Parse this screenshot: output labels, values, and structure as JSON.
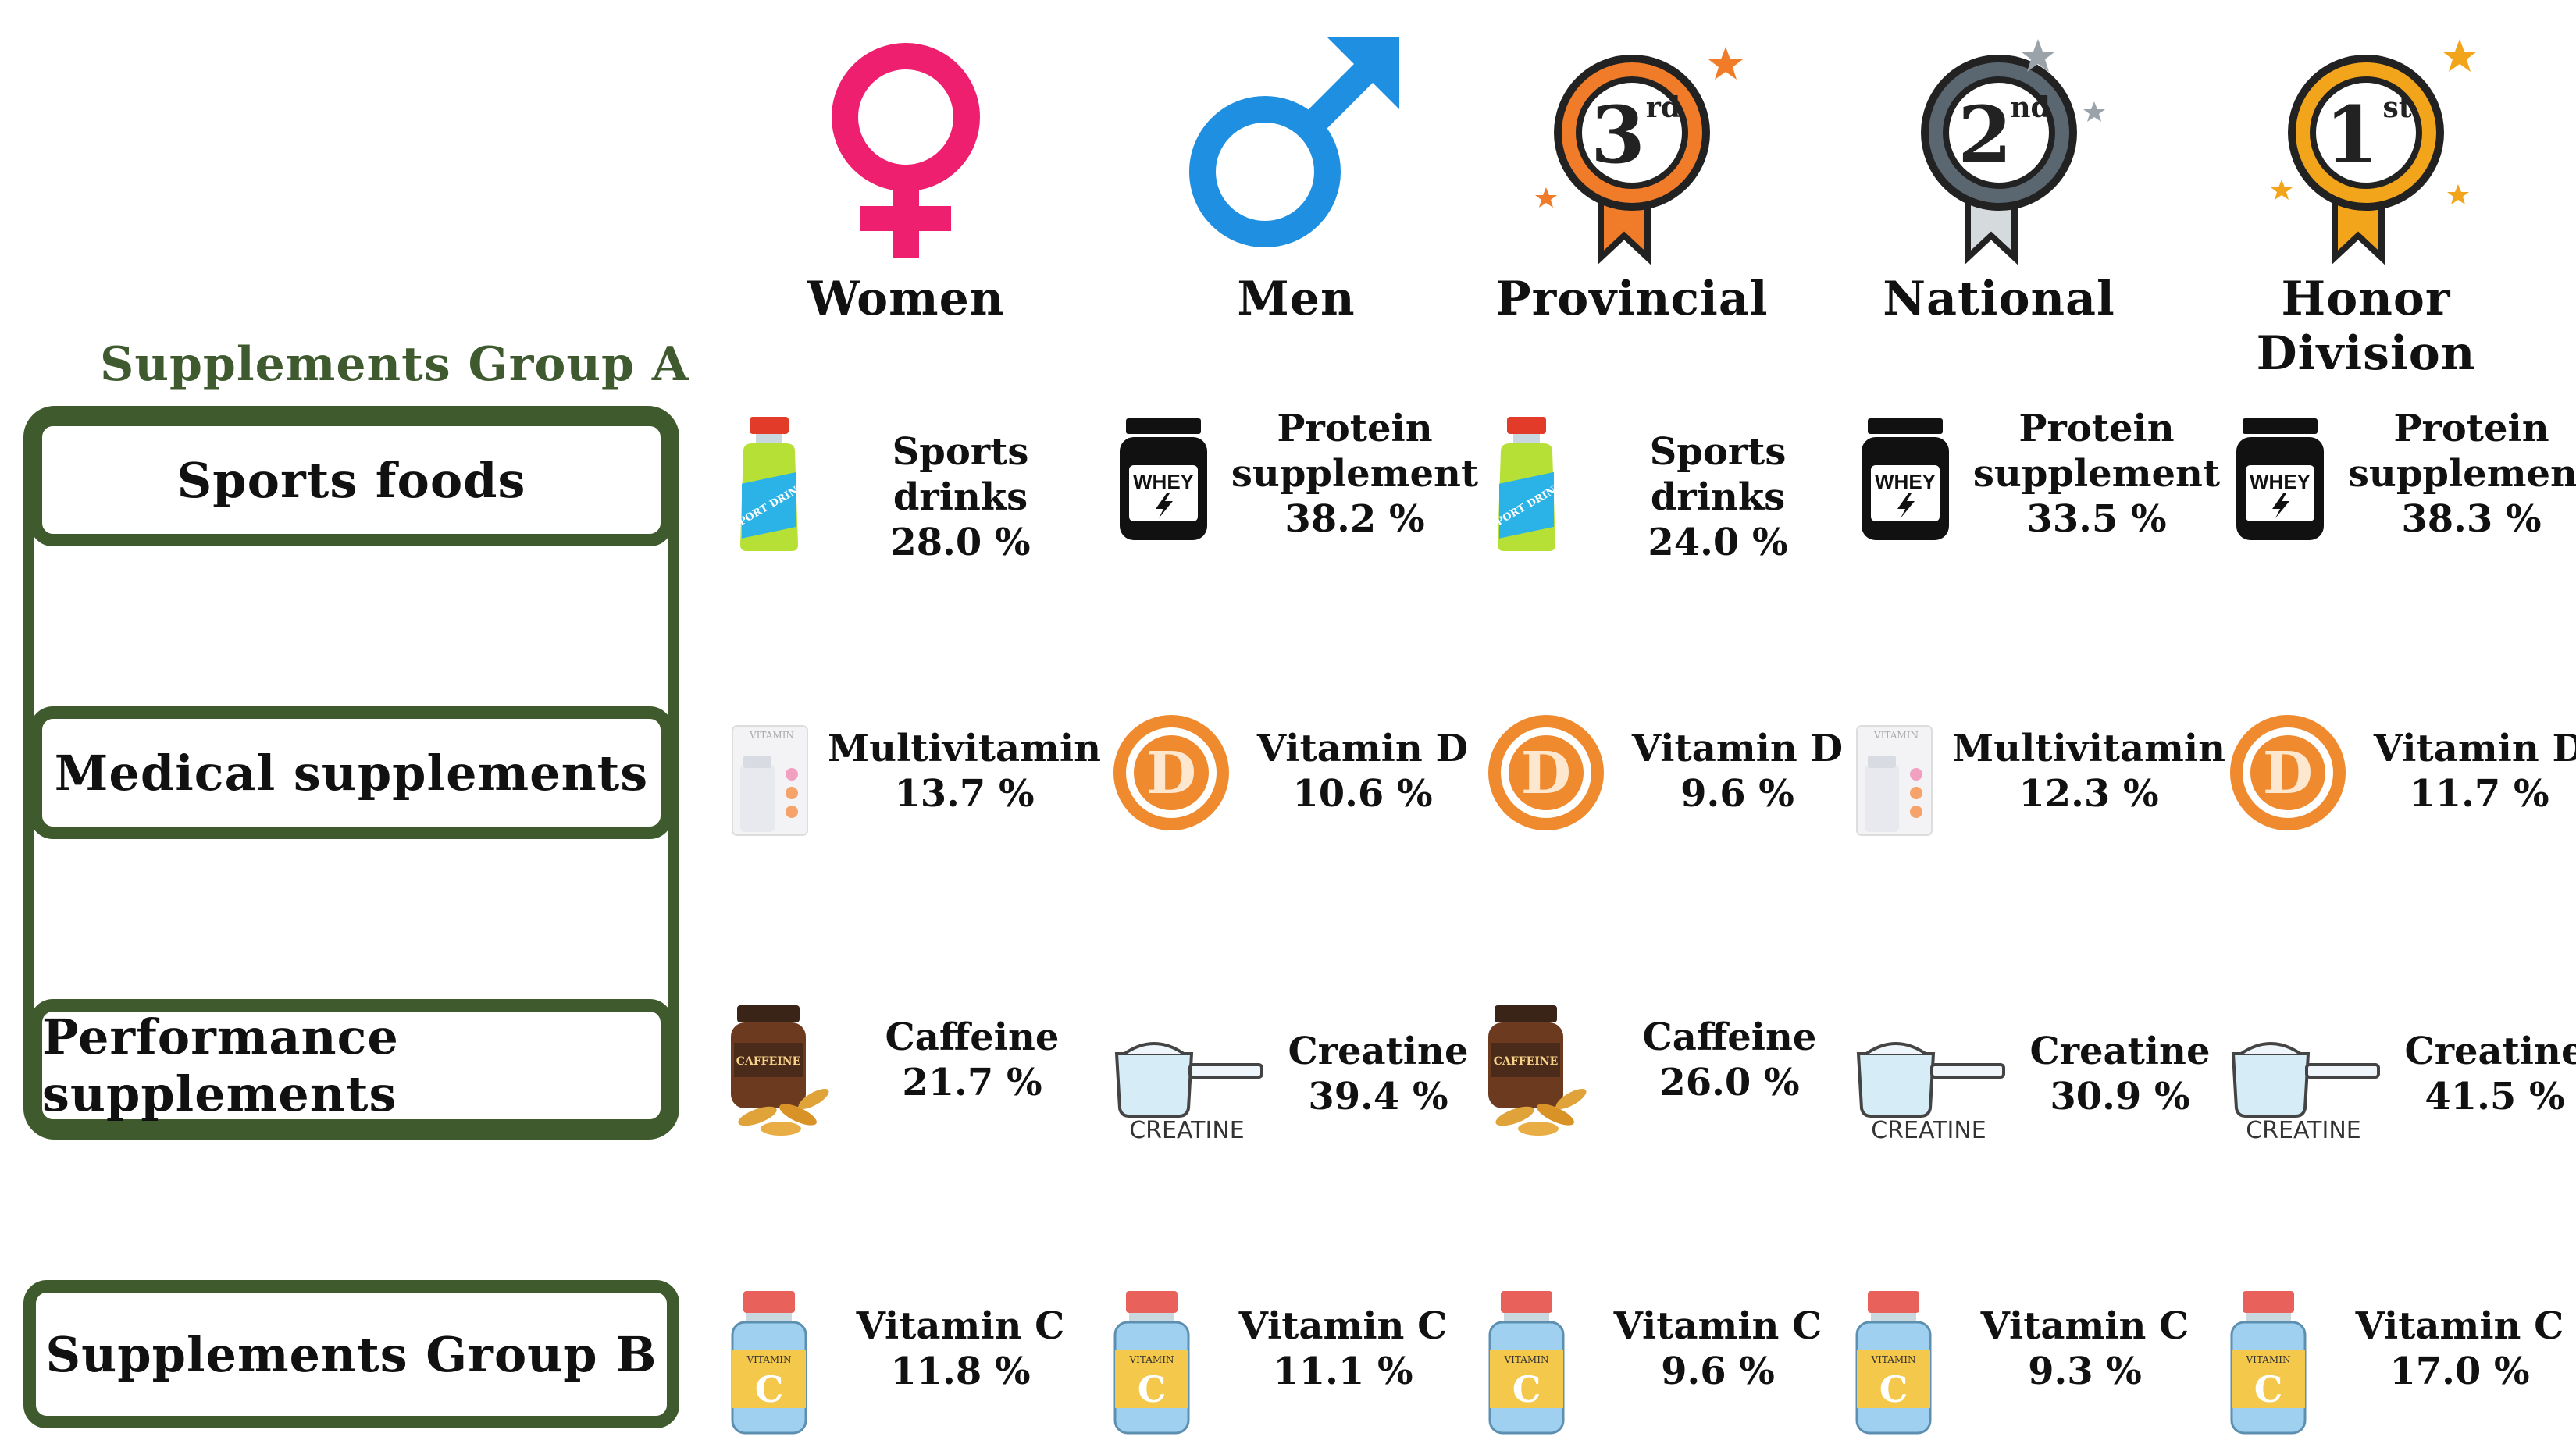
{
  "columns": [
    {
      "label": "Women",
      "icon": "female-symbol-icon"
    },
    {
      "label": "Men",
      "icon": "male-symbol-icon"
    },
    {
      "label": "Provincial",
      "icon": "third-place-medal-icon"
    },
    {
      "label": "National",
      "icon": "second-place-medal-icon"
    },
    {
      "label": "Honor Division",
      "icon": "first-place-medal-icon"
    }
  ],
  "medal_text": {
    "third": "3",
    "third_sup": "rd",
    "second": "2",
    "second_sup": "nd",
    "first": "1",
    "first_sup": "st"
  },
  "group_a": {
    "title": "Supplements Group A",
    "categories": [
      "Sports foods",
      "Medical supplements",
      "Performance supplements"
    ]
  },
  "group_b": {
    "title": "Supplements Group B"
  },
  "icon_texts": {
    "whey": "WHEY",
    "vitamin_d": "D",
    "creatine": "CREATINE",
    "vitamin_c": "C",
    "caffeine": "CAFFEINE",
    "sport_drink": "SPORT DRINK"
  },
  "rows": [
    {
      "category": "Sports foods",
      "cells": [
        {
          "icon": "sports-drink-icon",
          "name": "Sports drinks",
          "value": "28.0 %"
        },
        {
          "icon": "whey-protein-icon",
          "name": "Protein supplement",
          "value": "38.2 %"
        },
        {
          "icon": "sports-drink-icon",
          "name": "Sports drinks",
          "value": "24.0 %"
        },
        {
          "icon": "whey-protein-icon",
          "name": "Protein supplement",
          "value": "33.5 %"
        },
        {
          "icon": "whey-protein-icon",
          "name": "Protein supplement",
          "value": "38.3 %"
        }
      ]
    },
    {
      "category": "Medical supplements",
      "cells": [
        {
          "icon": "multivitamin-bottle-icon",
          "name": "Multivitamin",
          "value": "13.7 %"
        },
        {
          "icon": "vitamin-d-icon",
          "name": "Vitamin D",
          "value": "10.6 %"
        },
        {
          "icon": "vitamin-d-icon",
          "name": "Vitamin D",
          "value": "9.6 %"
        },
        {
          "icon": "multivitamin-bottle-icon",
          "name": "Multivitamin",
          "value": "12.3 %"
        },
        {
          "icon": "vitamin-d-icon",
          "name": "Vitamin D",
          "value": "11.7 %"
        }
      ]
    },
    {
      "category": "Performance supplements",
      "cells": [
        {
          "icon": "caffeine-icon",
          "name": "Caffeine",
          "value": "21.7 %"
        },
        {
          "icon": "creatine-scoop-icon",
          "name": "Creatine",
          "value": "39.4 %"
        },
        {
          "icon": "caffeine-icon",
          "name": "Caffeine",
          "value": "26.0 %"
        },
        {
          "icon": "creatine-scoop-icon",
          "name": "Creatine",
          "value": "30.9 %"
        },
        {
          "icon": "creatine-scoop-icon",
          "name": "Creatine",
          "value": "41.5 %"
        }
      ]
    },
    {
      "category": "Supplements Group B",
      "cells": [
        {
          "icon": "vitamin-c-bottle-icon",
          "name": "Vitamin C",
          "value": "11.8 %"
        },
        {
          "icon": "vitamin-c-bottle-icon",
          "name": "Vitamin C",
          "value": "11.1 %"
        },
        {
          "icon": "vitamin-c-bottle-icon",
          "name": "Vitamin C",
          "value": "9.6 %"
        },
        {
          "icon": "vitamin-c-bottle-icon",
          "name": "Vitamin C",
          "value": "9.3 %"
        },
        {
          "icon": "vitamin-c-bottle-icon",
          "name": "Vitamin C",
          "value": "17.0 %"
        }
      ]
    }
  ],
  "colors": {
    "frame_green": "#3f5a2d",
    "female_pink": "#ee1f6f",
    "male_blue": "#1e8fe1",
    "bronze": "#f07c2a",
    "silver": "#5b6770",
    "gold": "#f2a51a"
  }
}
